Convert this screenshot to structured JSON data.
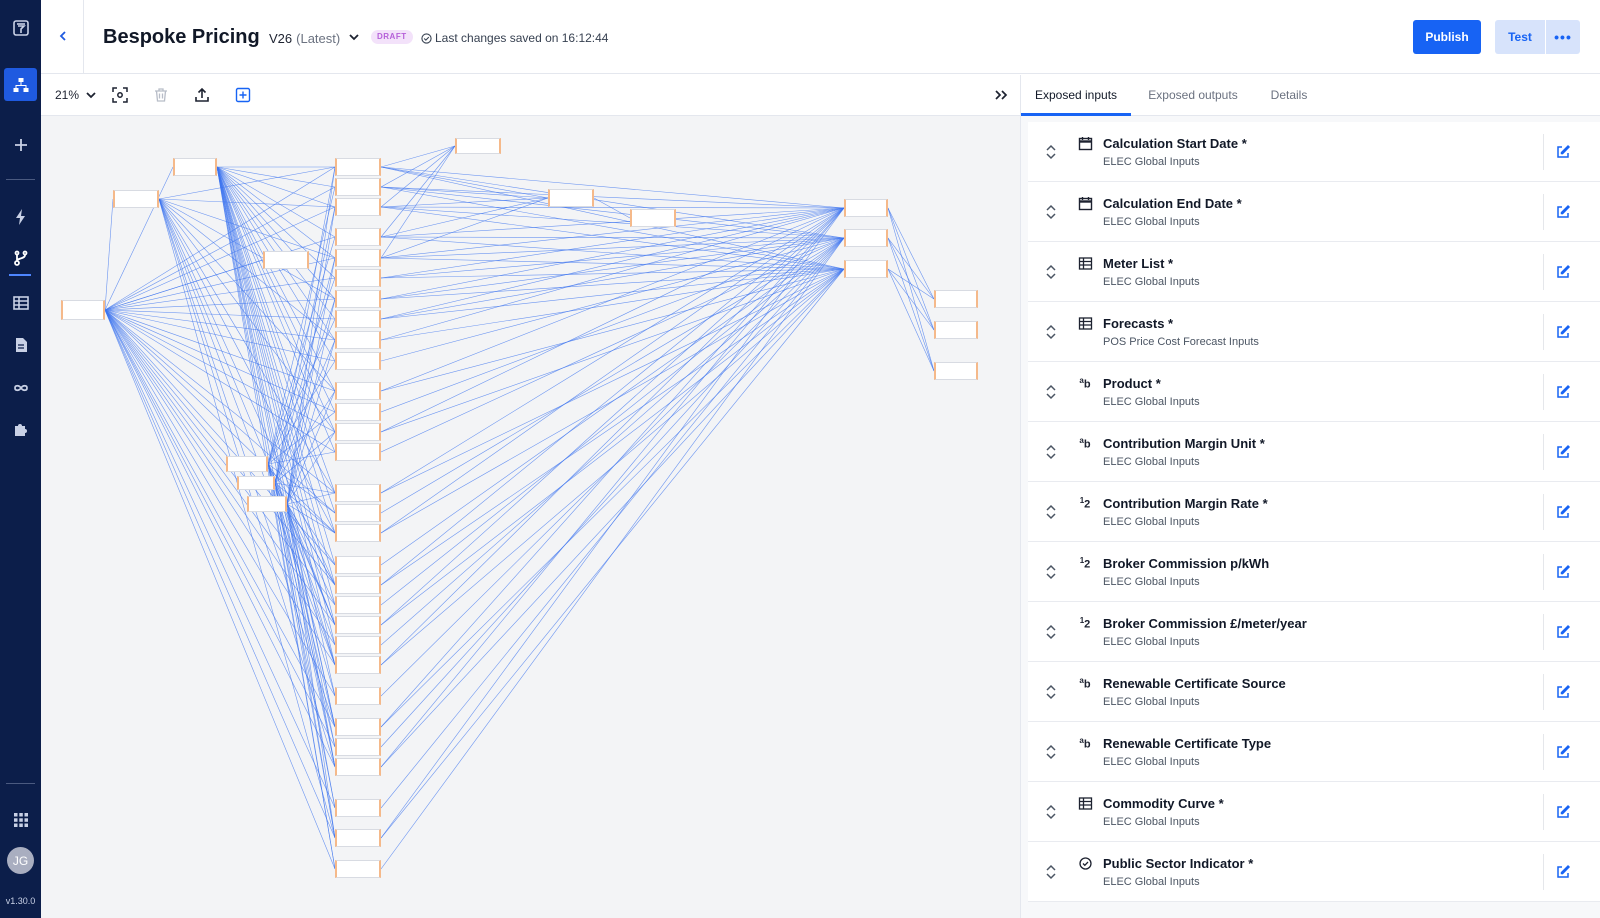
{
  "app": {
    "title": "Bespoke Pricing",
    "version": "V26",
    "version_tag": "(Latest)",
    "status_badge": "DRAFT",
    "saved_text": "Last changes saved on 16:12:44",
    "publish_label": "Publish",
    "test_label": "Test",
    "more_label": "•••",
    "app_version": "v1.30.0",
    "user_initials": "JG",
    "accent_color": "#1763f4",
    "rail_color": "#0c1e4a"
  },
  "rail": {
    "items": [
      {
        "icon": "logo-icon"
      },
      {
        "icon": "flow-diagram-icon"
      },
      {
        "icon": "plus-icon"
      },
      {
        "icon": "lightning-icon"
      },
      {
        "icon": "branch-icon"
      },
      {
        "icon": "table-icon"
      },
      {
        "icon": "document-icon"
      },
      {
        "icon": "infinity-icon"
      },
      {
        "icon": "puzzle-icon"
      },
      {
        "icon": "apps-grid-icon"
      }
    ]
  },
  "toolbar": {
    "zoom": "21%",
    "tools": [
      "fit-view-icon",
      "trash-icon",
      "upload-icon",
      "add-node-icon"
    ]
  },
  "panel": {
    "tabs": [
      {
        "label": "Exposed inputs",
        "active": true
      },
      {
        "label": "Exposed outputs",
        "active": false
      },
      {
        "label": "Details",
        "active": false
      }
    ],
    "inputs": [
      {
        "name": "Calculation Start Date *",
        "source": "ELEC Global Inputs",
        "type": "date"
      },
      {
        "name": "Calculation End Date *",
        "source": "ELEC Global Inputs",
        "type": "date"
      },
      {
        "name": "Meter List *",
        "source": "ELEC Global Inputs",
        "type": "table"
      },
      {
        "name": "Forecasts *",
        "source": "POS Price Cost Forecast Inputs",
        "type": "table"
      },
      {
        "name": "Product *",
        "source": "ELEC Global Inputs",
        "type": "text"
      },
      {
        "name": "Contribution Margin Unit *",
        "source": "ELEC Global Inputs",
        "type": "text"
      },
      {
        "name": "Contribution Margin Rate *",
        "source": "ELEC Global Inputs",
        "type": "number"
      },
      {
        "name": "Broker Commission p/kWh",
        "source": "ELEC Global Inputs",
        "type": "number"
      },
      {
        "name": "Broker Commission £/meter/year",
        "source": "ELEC Global Inputs",
        "type": "number"
      },
      {
        "name": "Renewable Certificate Source",
        "source": "ELEC Global Inputs",
        "type": "text"
      },
      {
        "name": "Renewable Certificate Type",
        "source": "ELEC Global Inputs",
        "type": "text"
      },
      {
        "name": "Commodity Curve *",
        "source": "ELEC Global Inputs",
        "type": "table"
      },
      {
        "name": "Public Sector Indicator *",
        "source": "ELEC Global Inputs",
        "type": "boolean"
      }
    ]
  }
}
